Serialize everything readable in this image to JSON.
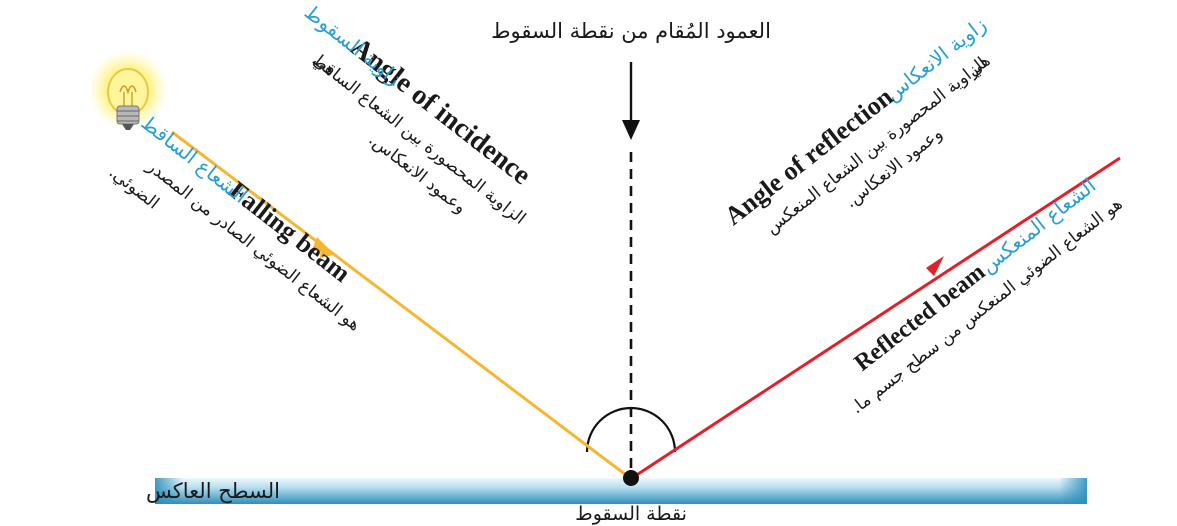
{
  "normal_label": "العمود المُقام من نقطة السقوط",
  "reflective_surface_label": "السطح العاكس",
  "point_of_incidence_label": "نقطة السقوط",
  "incidence_angle": {
    "ar_term": "زاوية السقوط",
    "en_term": "Angle of incidence",
    "definition_line1": "الزاوية المحصورة بين الشعاع الساقط",
    "definition_line2": "وعمود الانعكاس.",
    "definition_prefix": "هي"
  },
  "falling_beam": {
    "ar_term": "الشعاع الساقط",
    "en_term": "Falling beam",
    "definition_line1": "هو الشعاع الضوئي الصادر من المصدر",
    "definition_line2": "الضوئي."
  },
  "reflection_angle": {
    "ar_term": "زاوية الانعكاس",
    "en_term": "Angle of reflection",
    "definition_prefix": "هي",
    "definition_line1": "الزاوية المحصورة بين الشعاع المنعكس",
    "definition_line2": "وعمود الانعكاس."
  },
  "reflected_beam": {
    "ar_term": "الشعاع المنعكس",
    "en_term": "Reflected beam",
    "definition_line1": "هو الشعاع الضوئي المنعكس من سطح جسم ما."
  },
  "colors": {
    "incident_ray": "#f5b731",
    "reflected_ray": "#e3202a",
    "term_blue": "#2a9fd6",
    "text": "#1a1a1a",
    "surface_top": "#e6f5fb",
    "surface_bottom": "#3a9cc4"
  },
  "icons": {
    "light_source": "light-bulb-icon"
  }
}
